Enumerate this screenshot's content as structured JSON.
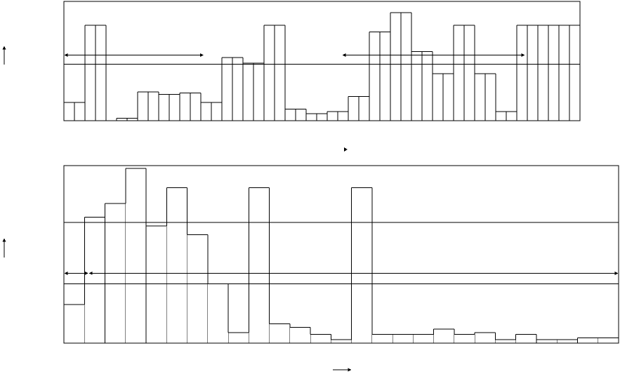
{
  "colors": {
    "line": "#000000",
    "background": "#ffffff"
  },
  "chart_data": [
    {
      "type": "line",
      "step": true,
      "title": "",
      "xlabel": "",
      "ylabel": "",
      "xlim": [
        0,
        49
      ],
      "ylim": [
        0,
        1
      ],
      "grid": false,
      "legend": false,
      "x": [
        0,
        1,
        2,
        3,
        4,
        5,
        6,
        7,
        8,
        9,
        10,
        11,
        12,
        13,
        14,
        15,
        16,
        17,
        18,
        19,
        20,
        21,
        22,
        23,
        24,
        25,
        26,
        27,
        28,
        29,
        30,
        31,
        32,
        33,
        34,
        35,
        36,
        37,
        38,
        39,
        40,
        41,
        42,
        43,
        44,
        45,
        46,
        47,
        48,
        49
      ],
      "series": [
        {
          "values": [
            0.16,
            0.16,
            0.83,
            0.83,
            0.0,
            0.02,
            0.02,
            0.25,
            0.25,
            0.23,
            0.23,
            0.24,
            0.24,
            0.16,
            0.16,
            0.55,
            0.55,
            0.5,
            0.5,
            0.83,
            0.83,
            0.1,
            0.1,
            0.06,
            0.06,
            0.08,
            0.08,
            0.21,
            0.21,
            0.77,
            0.77,
            0.94,
            0.94,
            0.6,
            0.6,
            0.41,
            0.41,
            0.83,
            0.83,
            0.41,
            0.41,
            0.08,
            0.08,
            0.83,
            0.83,
            0.83,
            0.83,
            0.83,
            0.83,
            0.83
          ]
        }
      ],
      "reference_y": 0.49,
      "span_markers": [
        {
          "x0": 0,
          "x1": 13.3,
          "y": 0.57
        },
        {
          "x0": 26.4,
          "x1": 43.8,
          "y": 0.57
        }
      ]
    },
    {
      "type": "line",
      "step": true,
      "title": "",
      "xlabel": "",
      "ylabel": "",
      "xlim": [
        0,
        27
      ],
      "ylim": [
        0,
        1
      ],
      "grid": false,
      "legend": false,
      "x": [
        0,
        1,
        2,
        3,
        4,
        5,
        6,
        7,
        8,
        9,
        10,
        11,
        12,
        13,
        14,
        15,
        16,
        17,
        18,
        19,
        20,
        21,
        22,
        23,
        24,
        25,
        26,
        27
      ],
      "series": [
        {
          "values": [
            0.22,
            0.72,
            0.8,
            1.0,
            0.67,
            0.89,
            0.62,
            0.34,
            0.06,
            0.89,
            0.11,
            0.09,
            0.05,
            0.02,
            0.89,
            0.05,
            0.05,
            0.05,
            0.08,
            0.05,
            0.06,
            0.02,
            0.05,
            0.02,
            0.02,
            0.03,
            0.03,
            0.03
          ]
        }
      ],
      "reference_y": [
        0.69,
        0.34
      ],
      "span_markers": [
        {
          "x0": 0,
          "x1": 1.2,
          "y": 0.4
        },
        {
          "x0": 1.2,
          "x1": 27,
          "y": 0.4
        }
      ]
    }
  ]
}
